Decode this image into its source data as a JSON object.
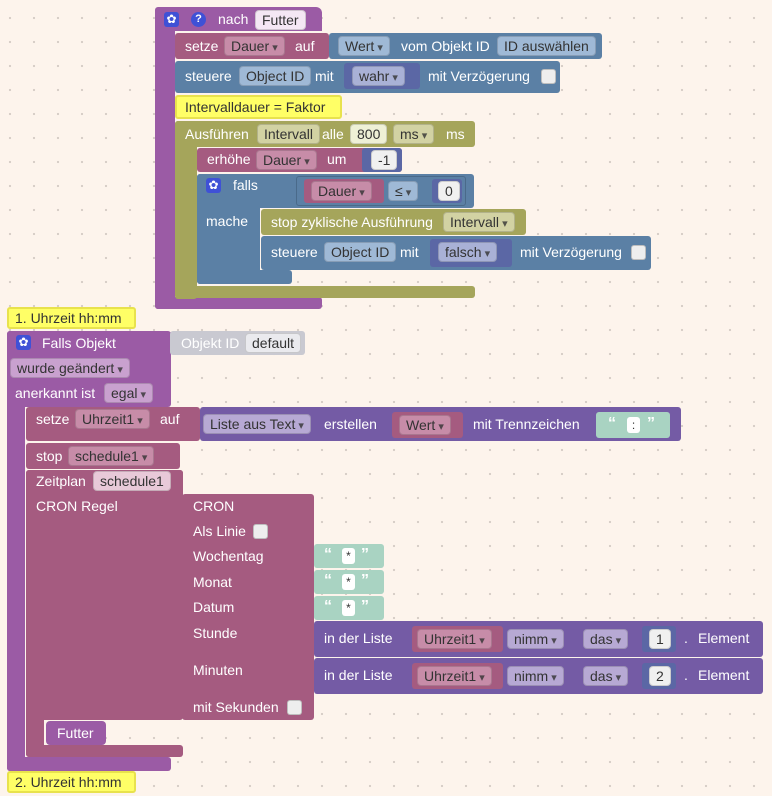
{
  "colors": {
    "event": "#9b5ba5",
    "var": "#a55b80",
    "func": "#5b80a5",
    "loop": "#a5a55b",
    "note": "#ffff66",
    "text": "#5ba58c",
    "list": "#745ba5",
    "logic": "#5b67a5"
  },
  "icons": {
    "gear": "gear-icon",
    "help": "help-icon"
  },
  "procedure": {
    "label": "nach",
    "name": "Futter"
  },
  "set_var1": {
    "label": "setze",
    "var": "Dauer",
    "assign": "auf",
    "value_label": "Wert",
    "from_label": "vom Objekt ID",
    "objid": "ID auswählen"
  },
  "control1": {
    "label": "steuere",
    "objid": "Object ID",
    "with": "mit",
    "value": "wahr",
    "delay": "mit Verzögerung"
  },
  "comment1": "Intervalldauer = Faktor",
  "interval": {
    "label": "Ausführen",
    "name": "Intervall",
    "every": "alle",
    "value": "800",
    "unit_dd": "ms",
    "unit": "ms"
  },
  "increment": {
    "label": "erhöhe",
    "var": "Dauer",
    "by": "um",
    "value": "-1"
  },
  "if_block": {
    "if_label": "falls",
    "var": "Dauer",
    "op": "≤",
    "value": "0",
    "then_label": "mache"
  },
  "stop_interval": {
    "label": "stop zyklische Ausführung",
    "name": "Intervall"
  },
  "control2": {
    "label": "steuere",
    "objid": "Object ID",
    "with": "mit",
    "value": "falsch",
    "delay": "mit Verzögerung"
  },
  "note1": "1. Uhrzeit hh:mm",
  "trigger": {
    "label": "Falls Objekt",
    "objid_label": "Objekt ID",
    "objid_value": "default",
    "changed": "wurde geändert",
    "ack_label": "anerkannt ist",
    "ack_value": "egal"
  },
  "set_var2": {
    "label": "setze",
    "var": "Uhrzeit1",
    "assign": "auf",
    "list_label": "Liste aus Text",
    "create": "erstellen",
    "value": "Wert",
    "sep_label": "mit Trennzeichen",
    "sep_value": ":"
  },
  "stop_schedule": {
    "label": "stop",
    "name": "schedule1"
  },
  "schedule": {
    "label": "Zeitplan",
    "name": "schedule1",
    "cron_label": "CRON Regel"
  },
  "cron": {
    "title": "CRON",
    "line_label": "Als Linie",
    "weekday": "Wochentag",
    "month": "Monat",
    "date": "Datum",
    "hour": "Stunde",
    "minutes": "Minuten",
    "seconds": "mit Sekunden",
    "star": "*"
  },
  "list_get1": {
    "label": "in der Liste",
    "var": "Uhrzeit1",
    "mode": "nimm",
    "where": "das",
    "index": "1",
    "suffix_dot": ".",
    "suffix": "Element"
  },
  "list_get2": {
    "label": "in der Liste",
    "var": "Uhrzeit1",
    "mode": "nimm",
    "where": "das",
    "index": "2",
    "suffix_dot": ".",
    "suffix": "Element"
  },
  "call": {
    "name": "Futter"
  },
  "note2": "2. Uhrzeit hh:mm",
  "quote_open": "“",
  "quote_close": "”"
}
